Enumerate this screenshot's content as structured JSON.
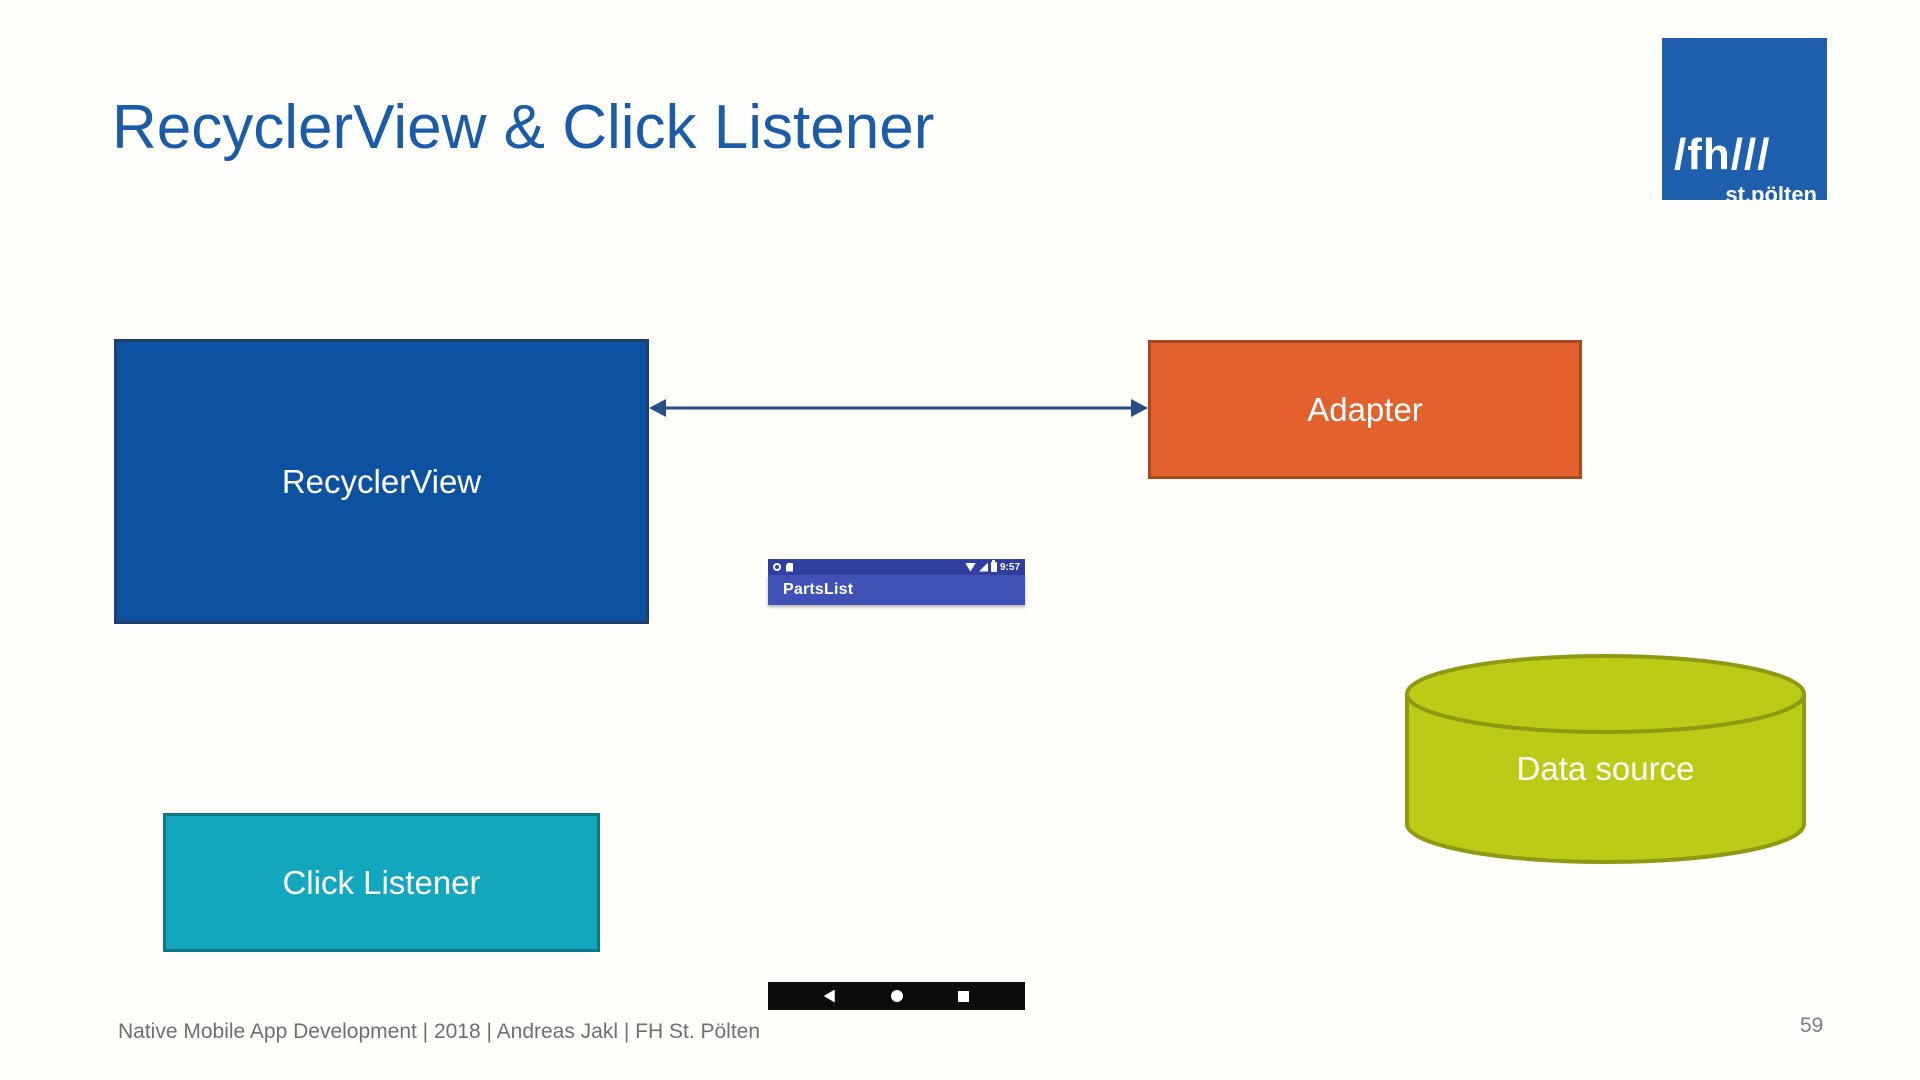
{
  "slide": {
    "title": "RecyclerView & Click Listener",
    "footer": "Native Mobile App Development | 2018 | Andreas Jakl | FH St. Pölten",
    "page_number": "59",
    "background_color": "#fffefb",
    "title_color": "#1b5ca8"
  },
  "logo": {
    "line1": "/fh///",
    "line2": "st.pölten",
    "background_color": "#1e5fae"
  },
  "diagram": {
    "recyclerview": {
      "label": "RecyclerView",
      "fill": "#0d51a1",
      "border": "#1f3e6d"
    },
    "adapter": {
      "label": "Adapter",
      "fill": "#e2612c",
      "border": "#a84a1f"
    },
    "click_listener": {
      "label": "Click Listener",
      "fill": "#12a7bd",
      "border": "#0e7886"
    },
    "data_source": {
      "label": "Data source",
      "fill": "#bccb15",
      "border": "#8d9a12"
    },
    "arrow": {
      "type": "bidirectional",
      "color": "#254e85"
    }
  },
  "phone": {
    "status_bar": {
      "time": "9:57",
      "color": "#303f9f",
      "left_icons": [
        "ring-icon",
        "sd-card-icon"
      ],
      "right_icons": [
        "wifi-icon",
        "signal-icon",
        "battery-icon"
      ]
    },
    "app_bar": {
      "title": "PartsList",
      "color": "#3f51b5"
    },
    "nav_bar": {
      "color": "#0c0c0c",
      "icons": [
        "back-icon",
        "home-icon",
        "recents-icon"
      ]
    }
  }
}
